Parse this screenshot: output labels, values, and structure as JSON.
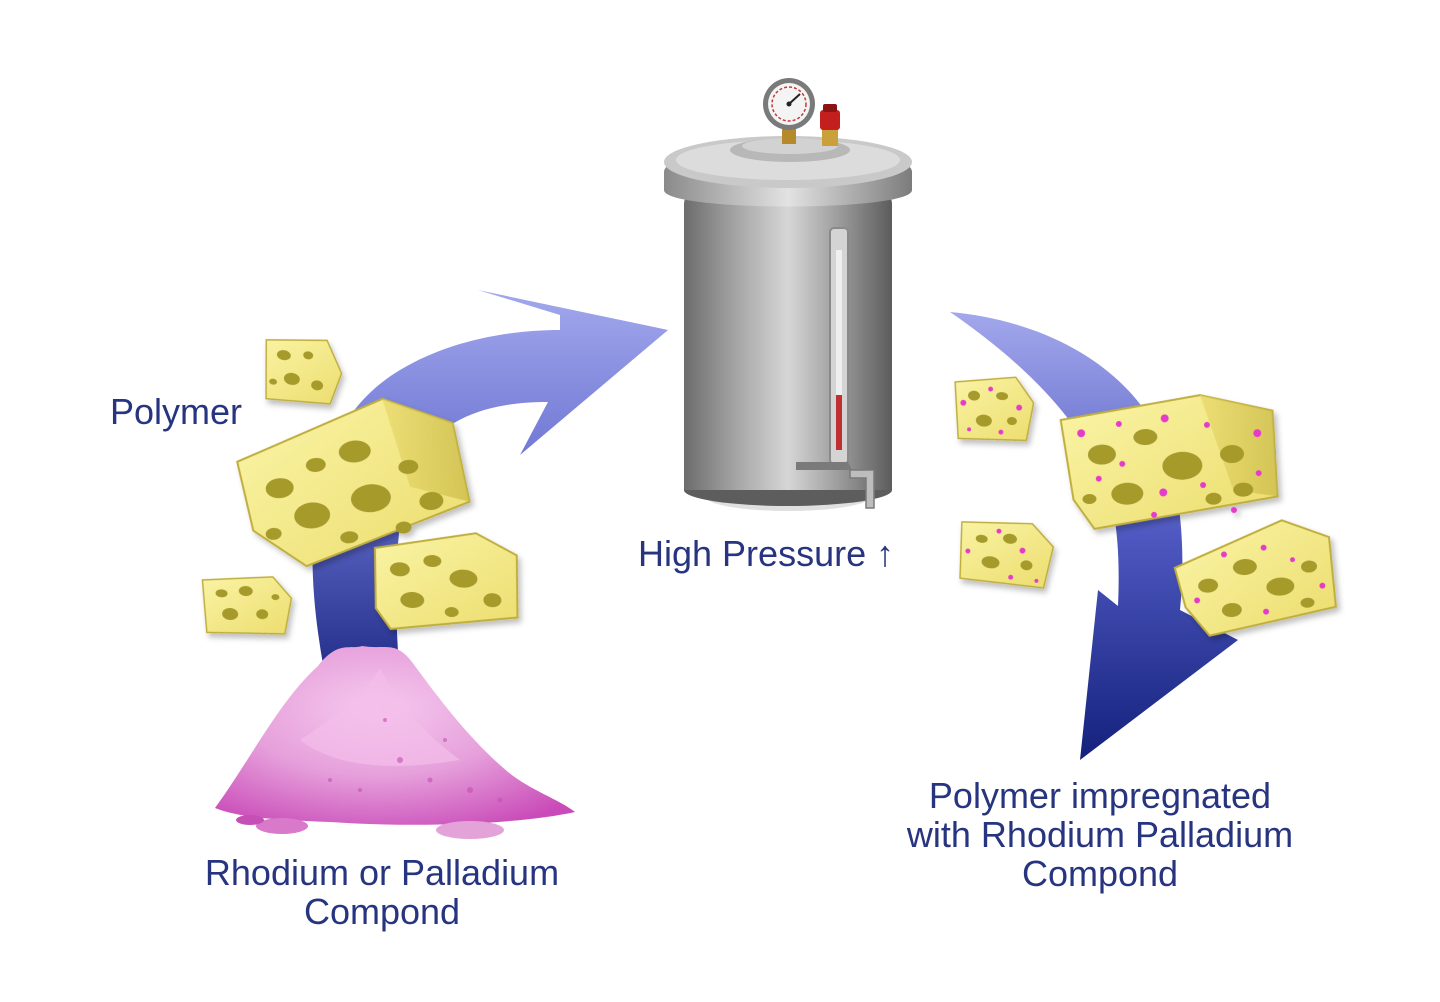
{
  "labels": {
    "polymer": "Polymer",
    "high_pressure": "High Pressure",
    "pressure_arrow": "↑",
    "compound_line1": "Rhodium or Palladium",
    "compound_line2": "Compond",
    "result_line1": "Polymer impregnated",
    "result_line2": "with Rhodium Palladium",
    "result_line3": "Compond"
  },
  "colors": {
    "label_text": "#27347f",
    "arrow_light": "#8a8fe0",
    "arrow_dark": "#1a2786",
    "polymer_yellow": "#f4ea88",
    "polymer_holes": "#a89f2a",
    "powder_pink": "#e9a2dd",
    "impregnation_magenta": "#e63ac8",
    "vessel_grey": "#9d9d9d"
  },
  "icons": {
    "arrow_left": "curved-arrow",
    "arrow_right": "curved-arrow-down",
    "vessel": "pressure-vessel",
    "gauge": "pressure-gauge-icon",
    "valve": "safety-valve-icon"
  }
}
